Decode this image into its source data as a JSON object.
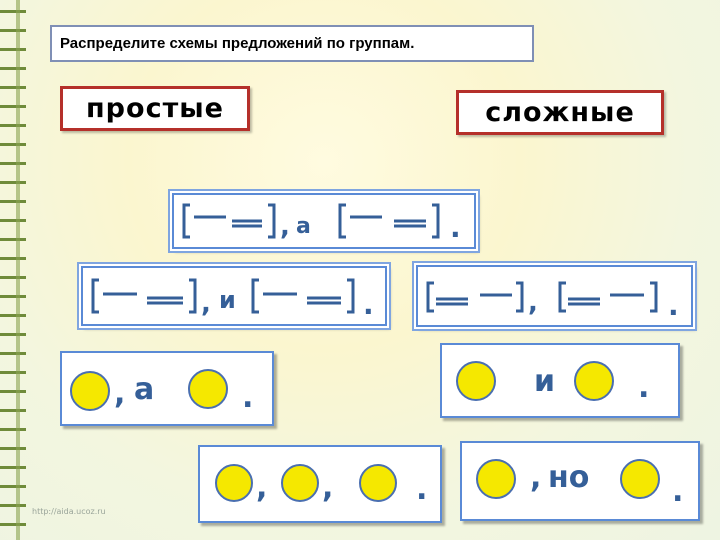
{
  "task": "Распределите схемы предложений по группам.",
  "groups": {
    "simple": "простые",
    "complex": "сложные"
  },
  "schemas": [
    {
      "sep": "а",
      "punct": "."
    },
    {
      "sep": "и",
      "punct": "."
    },
    {
      "punct": "."
    },
    {
      "sep": "а",
      "punct": "."
    },
    {
      "sep": "и",
      "punct": "."
    },
    {
      "punct": "."
    },
    {
      "sep": "но",
      "punct": "."
    }
  ],
  "watermark": "http://aida.ucoz.ru",
  "colors": {
    "circle": "#f5e800",
    "circle_stroke": "#4a6fb0",
    "schema_text": "#355f98",
    "group_border": "#b5302a"
  }
}
